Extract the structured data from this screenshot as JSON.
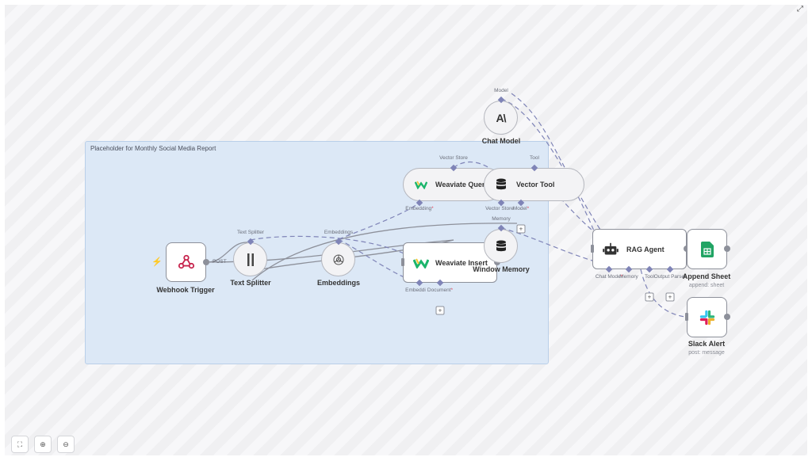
{
  "canvas": {
    "sticky_note": {
      "title": "Placeholder for Monthly Social Media Report"
    }
  },
  "nodes": {
    "webhook": {
      "label": "Webhook Trigger",
      "output": "POST",
      "icon": "webhook-icon"
    },
    "splitter": {
      "label": "Text Splitter",
      "port_top": "Text Splitter",
      "icon": "split-icon"
    },
    "embeddings": {
      "label": "Embeddings",
      "port_top": "Embeddings",
      "icon": "openai-icon"
    },
    "weaviate_insert": {
      "label": "Weaviate Insert",
      "port_embedding": "Embeddi",
      "port_document": "Document",
      "required": "*",
      "icon": "weaviate-icon"
    },
    "weaviate_query": {
      "label": "Weaviate Query",
      "port_top": "Vector Store",
      "port_bottom": "Embedding",
      "required": "*",
      "icon": "weaviate-icon"
    },
    "vector_tool": {
      "label": "Vector Tool",
      "port_top": "Tool",
      "port_store": "Vector Store",
      "port_model": "Model",
      "required": "*",
      "icon": "database-icon"
    },
    "window_memory": {
      "label": "Window Memory",
      "port_top": "Memory",
      "icon": "database-icon"
    },
    "chat_model": {
      "label": "Chat Model",
      "port_top": "Model",
      "icon": "anthropic-icon"
    },
    "rag_agent": {
      "label": "RAG Agent",
      "ports": [
        "Chat Mode",
        "Memory",
        "Tool",
        "Output Parser"
      ],
      "required": "*",
      "icon": "robot-icon"
    },
    "append_sheet": {
      "label": "Append Sheet",
      "subtitle": "append: sheet",
      "icon": "sheets-icon"
    },
    "slack_alert": {
      "label": "Slack Alert",
      "subtitle": "post: message",
      "icon": "slack-icon"
    }
  },
  "controls": [
    {
      "name": "fit-view-button",
      "glyph": "⛶"
    },
    {
      "name": "zoom-in-button",
      "glyph": "⊕"
    },
    {
      "name": "zoom-out-button",
      "glyph": "⊖"
    }
  ],
  "colors": {
    "accent": "#7f84b7",
    "sticky": "#dce8f6",
    "trigger": "#f06a2a"
  }
}
